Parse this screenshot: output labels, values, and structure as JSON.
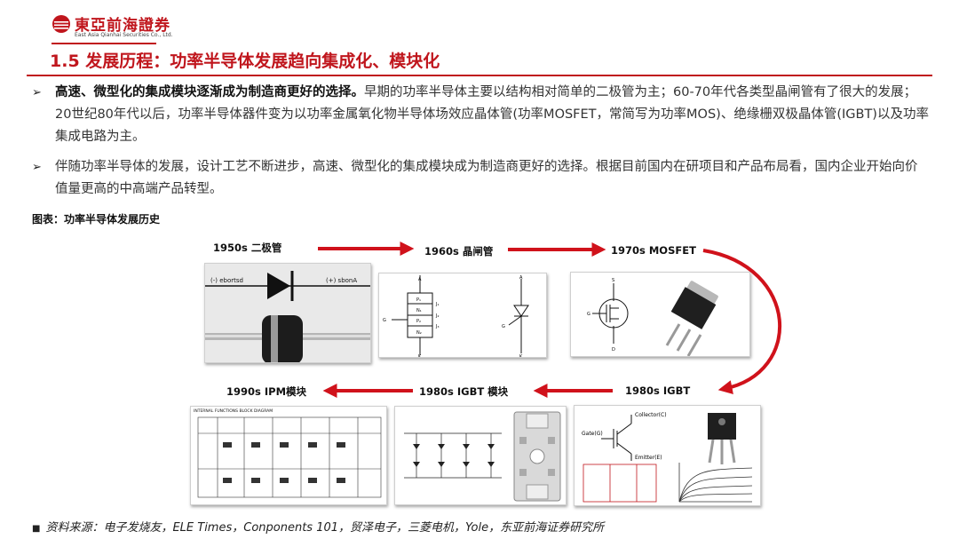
{
  "header": {
    "logo_cn": "東亞前海證券",
    "logo_en": "East Asia Qianhai Securities Co., Ltd."
  },
  "title": "1.5 发展历程：功率半导体发展趋向集成化、模块化",
  "bullets": [
    {
      "lead": "高速、微型化的集成模块逐渐成为制造商更好的选择。",
      "body": "早期的功率半导体主要以结构相对简单的二极管为主；60-70年代各类型晶闸管有了很大的发展；20世纪80年代以后，功率半导体器件变为以功率金属氧化物半导体场效应晶体管(功率MOSFET，常简写为功率MOS)、绝缘栅双极晶体管(IGBT)以及功率集成电路为主。"
    },
    {
      "lead": "",
      "body": "伴随功率半导体的发展，设计工艺不断进步，高速、微型化的集成模块成为制造商更好的选择。根据目前国内在研项目和产品布局看，国内企业开始向价值量更高的中高端产品转型。"
    }
  ],
  "figure_label": "图表：功率半导体发展历史",
  "stages": {
    "s1950": "1950s 二极管",
    "s1960": "1960s 晶闸管",
    "s1970": "1970s MOSFET",
    "s1980": "1980s  IGBT",
    "s1980m": "1980s IGBT 模块",
    "s1990": "1990s IPM模块"
  },
  "diode_labels": {
    "left": "(-) ebortsd",
    "right": "(+) sbonA"
  },
  "thyristor_labels": {
    "a": "A",
    "g": "G",
    "k": "K",
    "p1": "P₁",
    "n1": "N₁",
    "p2": "P₂",
    "n2": "N₂",
    "j1": "J₁",
    "j2": "J₂",
    "j3": "J₃"
  },
  "mosfet_labels": {
    "s": "S",
    "g": "G",
    "d": "D"
  },
  "igbt_labels": {
    "collector": "Collector(C)",
    "gate": "Gate(G)",
    "emitter": "Emitter(E)"
  },
  "ipm_label": "INTERNAL FUNCTIONS BLOCK DIAGRAM",
  "source": "资料来源：电子发烧友，ELE Times，Conponents 101，贸泽电子，三菱电机，Yole，东亚前海证券研究所",
  "colors": {
    "brand_red": "#c0161d",
    "arrow_red": "#d0121b"
  }
}
